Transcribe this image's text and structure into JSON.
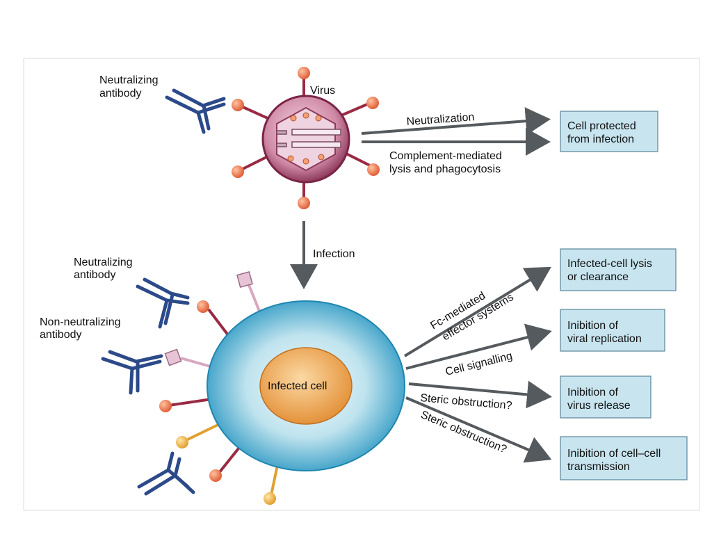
{
  "labels": {
    "neutralizing_antibody_top": [
      "Neutralizing",
      "antibody"
    ],
    "virus": "Virus",
    "neutralization": "Neutralization",
    "complement": [
      "Complement-mediated",
      "lysis and phagocytosis"
    ],
    "infection": "Infection",
    "neutralizing_antibody_bottom": [
      "Neutralizing",
      "antibody"
    ],
    "non_neutralizing_antibody": [
      "Non-neutralizing",
      "antibody"
    ],
    "infected_cell": "Infected cell",
    "fc_mediated": [
      "Fc-mediated",
      "effector systems"
    ],
    "cell_signalling": "Cell signalling",
    "steric_1": "Steric obstruction?",
    "steric_2": "Steric obstruction?"
  },
  "outcomes": [
    [
      "Cell protected",
      "from infection"
    ],
    [
      "Infected-cell lysis",
      "or clearance"
    ],
    [
      "Inibition of",
      "viral replication"
    ],
    [
      "Inibition of",
      "virus release"
    ],
    [
      "Inibition of cell–cell",
      "transmission"
    ]
  ],
  "colors": {
    "virus_body": "#c46a86",
    "spike": "#9a2a44",
    "spike_head": "#e8764a",
    "cell_outer": "#3aa6c8",
    "cell_inner": "#f0a848",
    "antibody": "#2c4a8a",
    "receptor_yellow": "#e0a030",
    "receptor_pink": "#d8a8c0",
    "arrow": "#555a5e",
    "box_fill": "#c7e4ef"
  }
}
